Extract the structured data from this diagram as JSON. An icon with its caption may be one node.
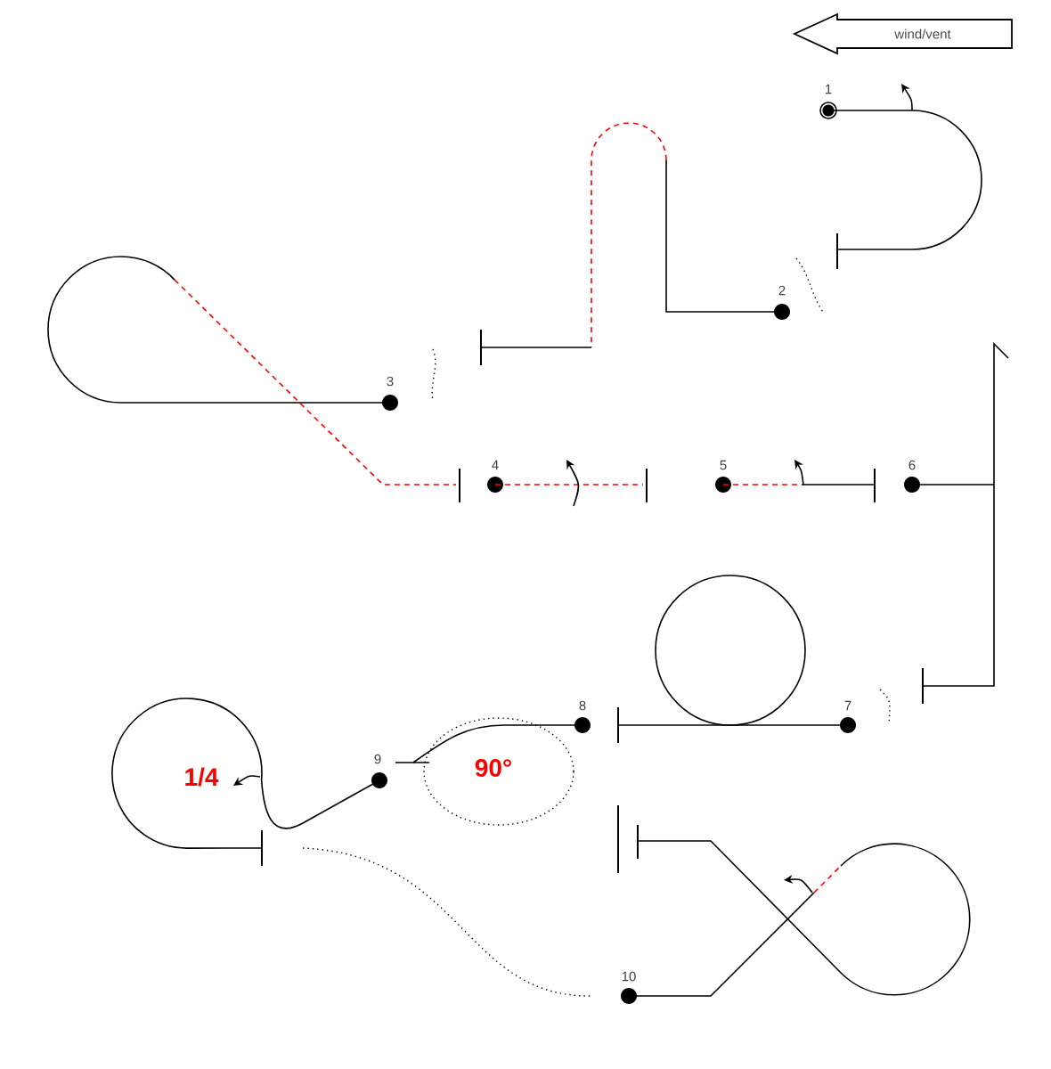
{
  "diagram": {
    "nodes": [
      {
        "text": [
          "wind/vent"
        ]
      }
    ],
    "labels": [
      "1",
      "2",
      "3",
      "4",
      "5",
      "6",
      "8",
      "7",
      "1/4",
      "9",
      "90°",
      "10"
    ]
  }
}
